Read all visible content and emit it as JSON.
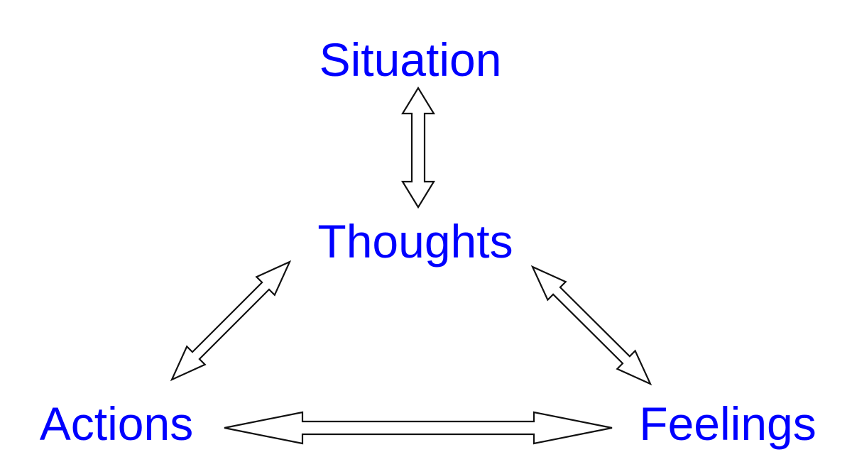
{
  "nodes": {
    "situation": "Situation",
    "thoughts": "Thoughts",
    "actions": "Actions",
    "feelings": "Feelings"
  },
  "colors": {
    "label": "#0000ff",
    "arrow_fill": "#ffffff",
    "arrow_stroke": "#111111",
    "background": "#ffffff"
  },
  "edges": [
    {
      "from": "Situation",
      "to": "Thoughts",
      "type": "double-headed-arrow"
    },
    {
      "from": "Thoughts",
      "to": "Actions",
      "type": "double-headed-arrow"
    },
    {
      "from": "Thoughts",
      "to": "Feelings",
      "type": "double-headed-arrow"
    },
    {
      "from": "Actions",
      "to": "Feelings",
      "type": "double-headed-arrow"
    }
  ]
}
